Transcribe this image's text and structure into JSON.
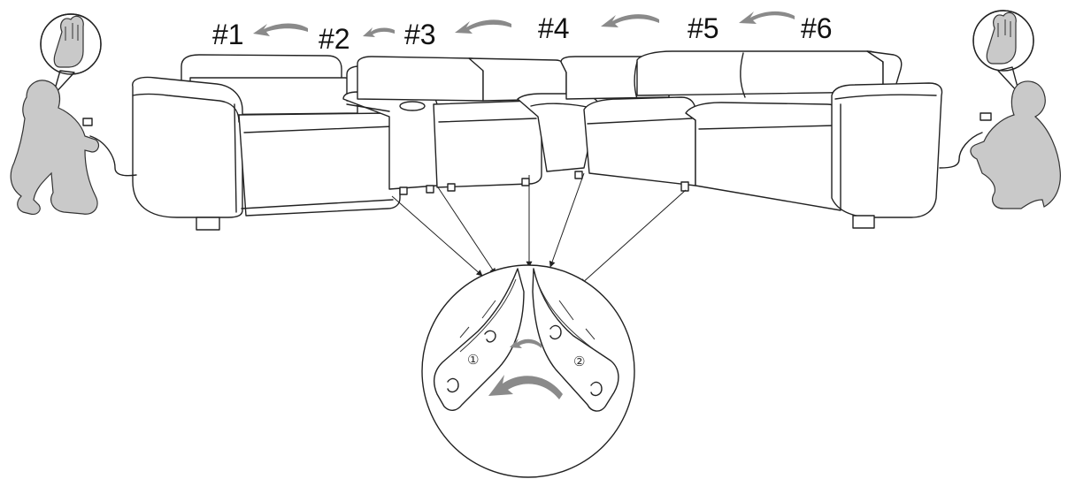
{
  "labels": {
    "seat1": "#1",
    "seat2": "#2",
    "seat3": "#3",
    "seat4": "#4",
    "seat5": "#5",
    "seat6": "#6"
  },
  "detail": {
    "step1": "①",
    "step2": "②"
  },
  "icons": {
    "assemble_arrow": "curved-left-arrow-icon",
    "hand": "hand-press-icon",
    "technician": "crouching-person-icon",
    "outlet": "power-outlet-icon",
    "bracket": "connector-bracket-icon"
  }
}
